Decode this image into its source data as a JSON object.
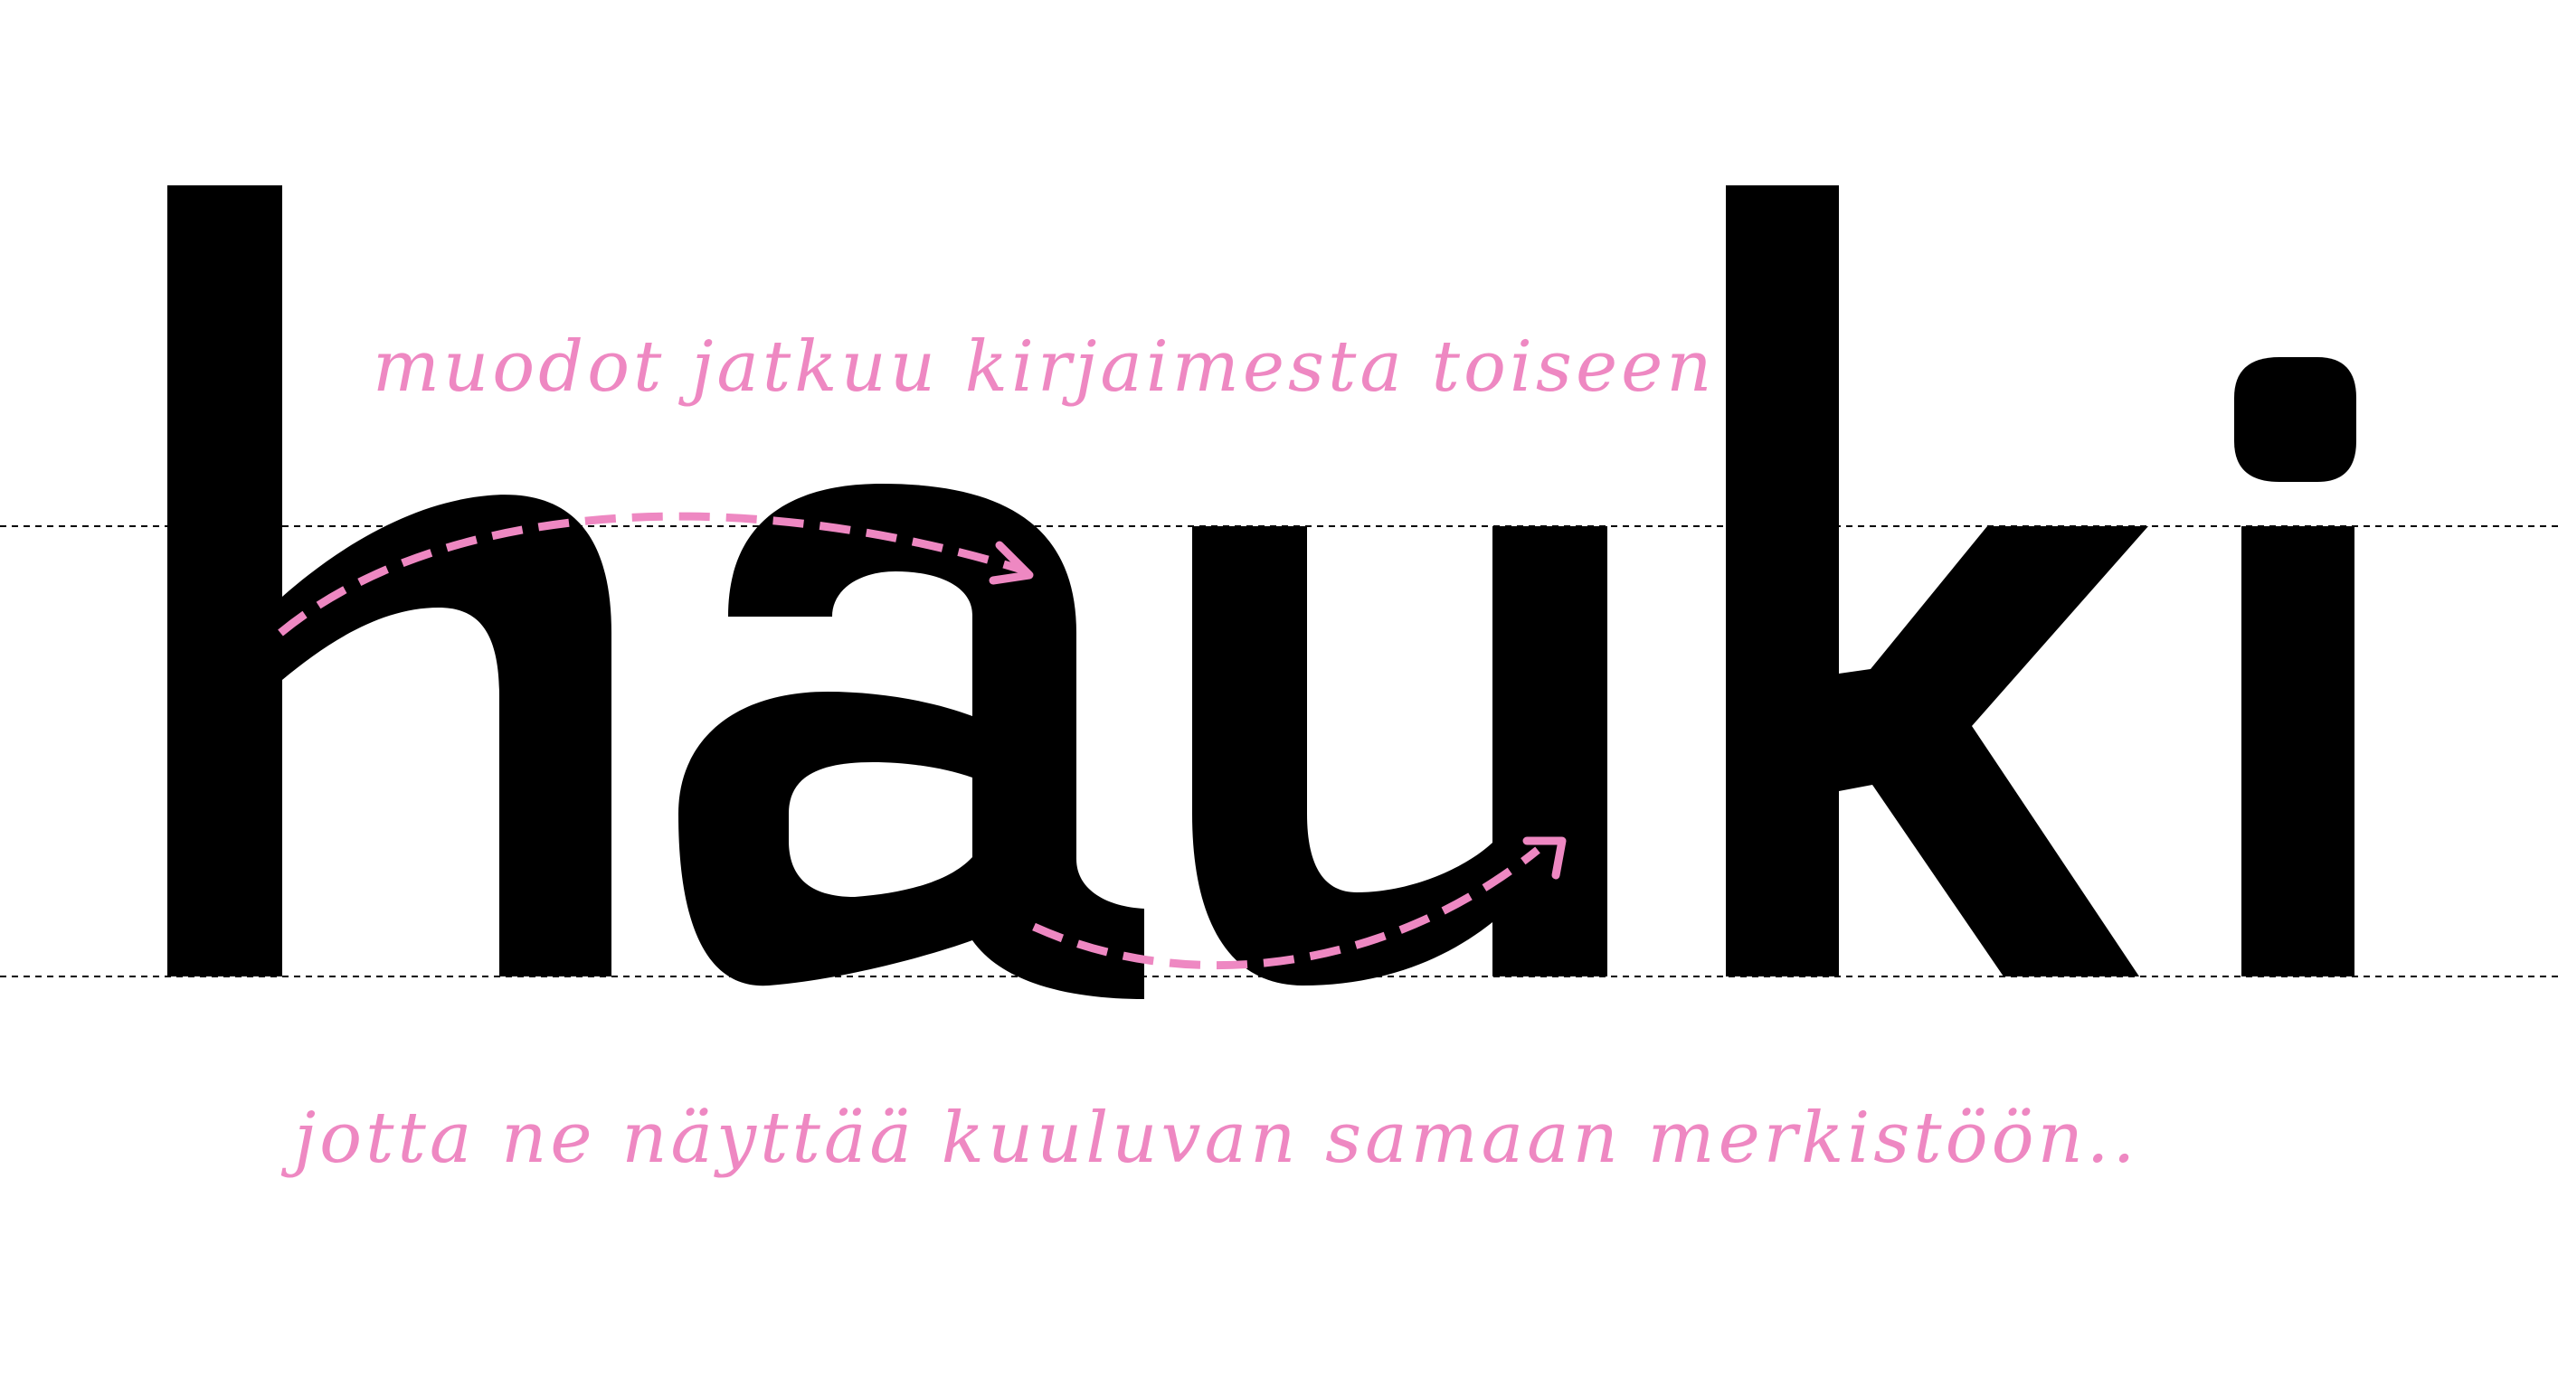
{
  "word": {
    "letters": [
      "h",
      "a",
      "u",
      "k",
      "i"
    ]
  },
  "annotations": {
    "top_note": "muodot jatkuu kirjaimesta toiseen",
    "bottom_note": "jotta ne näyttää kuuluvan samaan merkistöön.."
  },
  "guides": {
    "x_height": "x-height",
    "baseline": "baseline"
  },
  "colors": {
    "accent": "#ee88c2",
    "glyph": "#000000",
    "guide": "#000000",
    "background": "#ffffff"
  },
  "icons": [
    "dashed-arrow-icon",
    "dashed-arrow-icon"
  ]
}
